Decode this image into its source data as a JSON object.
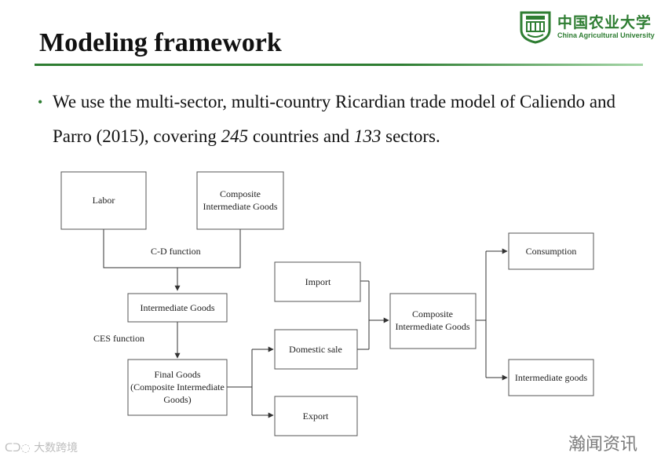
{
  "slide": {
    "title": "Modeling framework",
    "bullet_parts": [
      {
        "text": "We use the multi-sector, multi-country Ricardian trade model of Caliendo and Parro (2015), covering ",
        "italic": false
      },
      {
        "text": "245",
        "italic": true
      },
      {
        "text": " countries and ",
        "italic": false
      },
      {
        "text": "133",
        "italic": true
      },
      {
        "text": " sectors.",
        "italic": false
      }
    ]
  },
  "logo": {
    "name_cn": "中国农业大学",
    "name_en": "China Agricultural University",
    "color": "#2e7d32"
  },
  "diagram": {
    "nodes": {
      "labor": [
        "Labor"
      ],
      "composite_top": [
        "Composite",
        "Intermediate Goods"
      ],
      "intermediate": [
        "Intermediate Goods"
      ],
      "final": [
        "Final Goods",
        "(Composite Intermediate",
        "Goods)"
      ],
      "import": [
        "Import"
      ],
      "domestic": [
        "Domestic sale"
      ],
      "export": [
        "Export"
      ],
      "composite_mid": [
        "Composite",
        "Intermediate Goods"
      ],
      "consumption": [
        "Consumption"
      ],
      "intermediate_goods": [
        "Intermediate goods"
      ]
    },
    "labels": {
      "cd_function": "C-D function",
      "ces_function": "CES function"
    }
  },
  "watermarks": {
    "left": "大数跨境",
    "right": "瀚闻资讯"
  }
}
